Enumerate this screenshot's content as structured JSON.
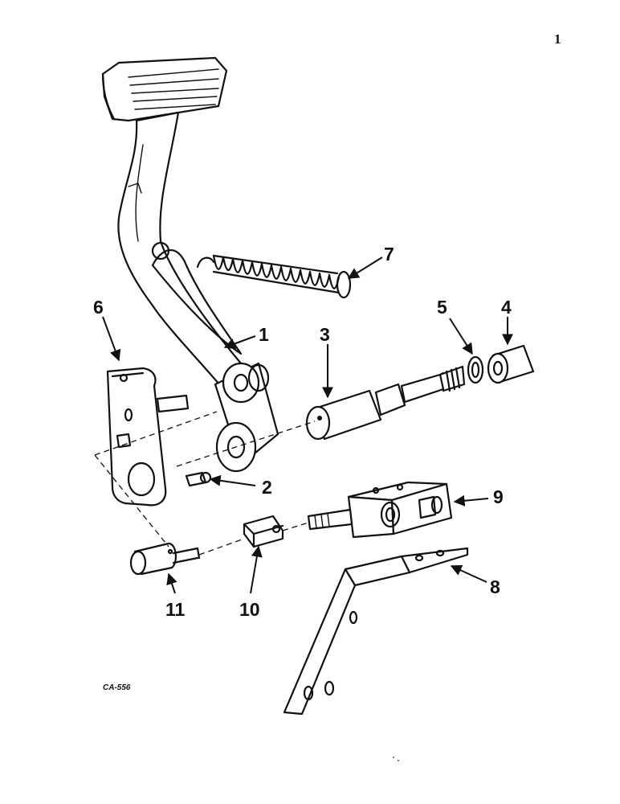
{
  "page_number": "1",
  "figure_code": "CA-556",
  "callouts": [
    {
      "id": "1",
      "text": "1"
    },
    {
      "id": "2",
      "text": "2"
    },
    {
      "id": "3",
      "text": "3"
    },
    {
      "id": "4",
      "text": "4"
    },
    {
      "id": "5",
      "text": "5"
    },
    {
      "id": "6",
      "text": "6"
    },
    {
      "id": "7",
      "text": "7"
    },
    {
      "id": "8",
      "text": "8"
    },
    {
      "id": "9",
      "text": "9"
    },
    {
      "id": "10",
      "text": "10"
    },
    {
      "id": "11",
      "text": "11"
    }
  ]
}
